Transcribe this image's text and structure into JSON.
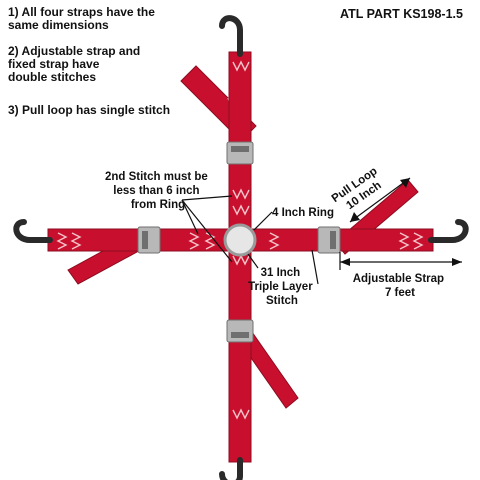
{
  "header": {
    "part_number": "ATL PART KS198-1.5"
  },
  "notes": [
    {
      "lines": [
        "1) All four straps have the",
        "same dimensions"
      ]
    },
    {
      "lines": [
        "2) Adjustable strap and",
        "fixed strap have",
        "double stitches"
      ]
    },
    {
      "lines": [
        "3) Pull loop has single stitch"
      ]
    }
  ],
  "callouts": {
    "second_stitch": [
      "2nd Stitch must be",
      "less than 6 inch",
      "from Ring"
    ],
    "ring": [
      "4 Inch Ring"
    ],
    "pull_loop": [
      "Pull Loop",
      "10 Inch"
    ],
    "triple_stitch": [
      "31 Inch",
      "Triple Layer",
      "Stitch"
    ],
    "adjustable_strap": [
      "Adjustable Strap",
      "7 feet"
    ]
  },
  "colors": {
    "strap": "#c8102e",
    "strap_dark": "#8e0b20",
    "stitch": "#f2c2c8",
    "hook": "#2a2a2a",
    "buckle": "#b8b8b8",
    "buckle_dark": "#6f6f6f",
    "ring": "#e6e6e6",
    "line": "#111111"
  }
}
